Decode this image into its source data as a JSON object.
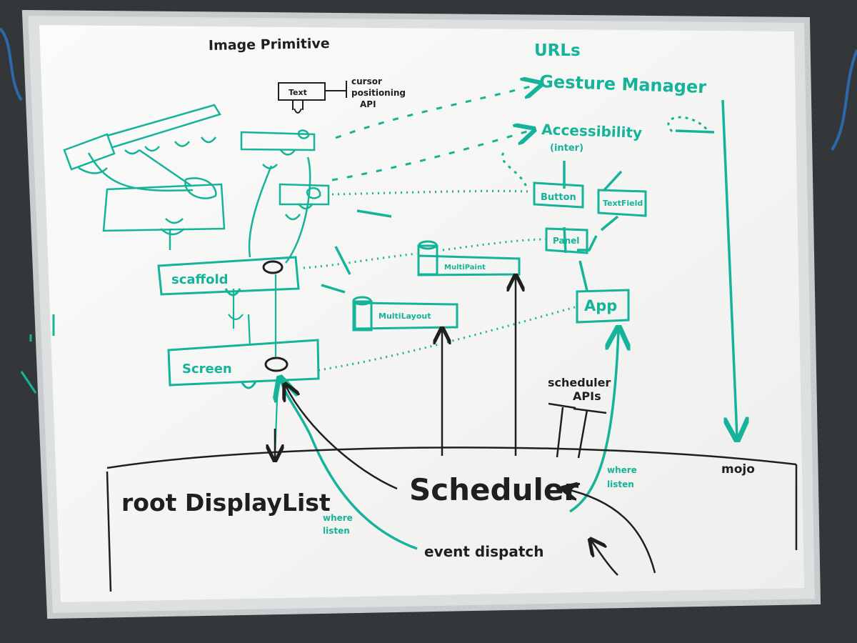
{
  "whiteboard": {
    "labels": {
      "image_primitive": "Image Primitive",
      "urls": "URLs",
      "gesture_manager": "Gesture Manager",
      "accessibility": "Accessibility",
      "accessibility_note": "(inter)",
      "text": "Text",
      "cursor_api_1": "cursor",
      "cursor_api_2": "positioning",
      "cursor_api_3": "API",
      "scaffold": "scaffold",
      "screen": "Screen",
      "button": "Button",
      "text_field": "TextField",
      "panel": "Panel",
      "app": "App",
      "multi_layout": "MultiLayout",
      "multi_paint": "MultiPaint",
      "scheduler_apis_1": "scheduler",
      "scheduler_apis_2": "APIs",
      "root_display_list": "root DisplayList",
      "scheduler": "Scheduler",
      "mojo": "mojo",
      "where_listen_left_1": "where",
      "where_listen_left_2": "listen",
      "where_listen_right_1": "where",
      "where_listen_right_2": "listen",
      "event_dispatch": "event dispatch"
    },
    "colors": {
      "ink_black": "#1f1f1f",
      "ink_teal": "#14b39a",
      "board": "#f6f6f4",
      "frame": "#d9dcdd"
    }
  }
}
